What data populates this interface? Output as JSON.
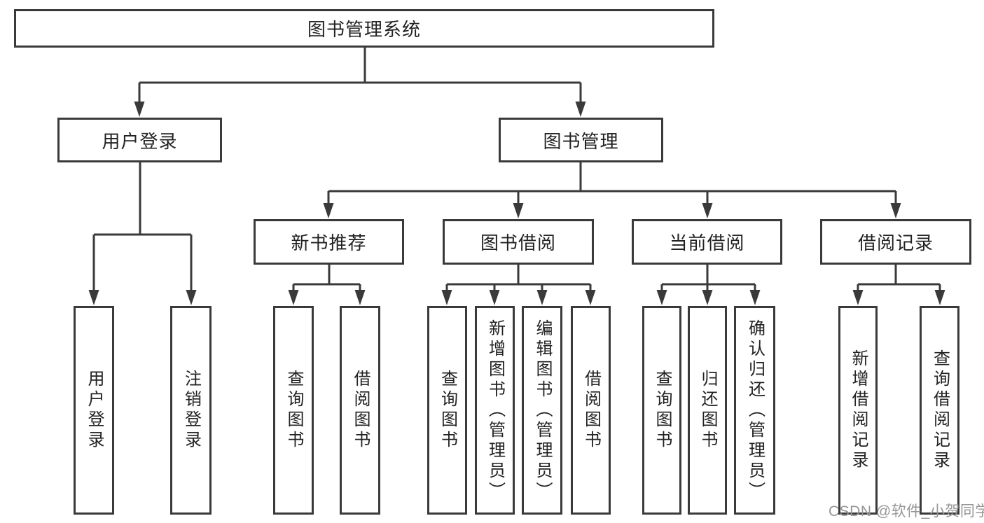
{
  "tree": {
    "root": "图书管理系统",
    "children": [
      {
        "label": "用户登录",
        "children": [
          "用户登录",
          "注销登录"
        ]
      },
      {
        "label": "图书管理",
        "children": [
          {
            "label": "新书推荐",
            "children": [
              "查询图书",
              "借阅图书"
            ]
          },
          {
            "label": "图书借阅",
            "children": [
              "查询图书",
              "新增图书（管理员）",
              "编辑图书（管理员）",
              "借阅图书"
            ]
          },
          {
            "label": "当前借阅",
            "children": [
              "查询图书",
              "归还图书",
              "确认归还（管理员）"
            ]
          },
          {
            "label": "借阅记录",
            "children": [
              "新增借阅记录",
              "查询借阅记录"
            ]
          }
        ]
      }
    ]
  },
  "watermark": {
    "text": "CSDN @软件_小贺同学"
  },
  "colors": {
    "line": "#3a3a3a",
    "box_border": "#3a3a3a",
    "text": "#222222",
    "watermark": "#969696",
    "background": "#ffffff"
  }
}
